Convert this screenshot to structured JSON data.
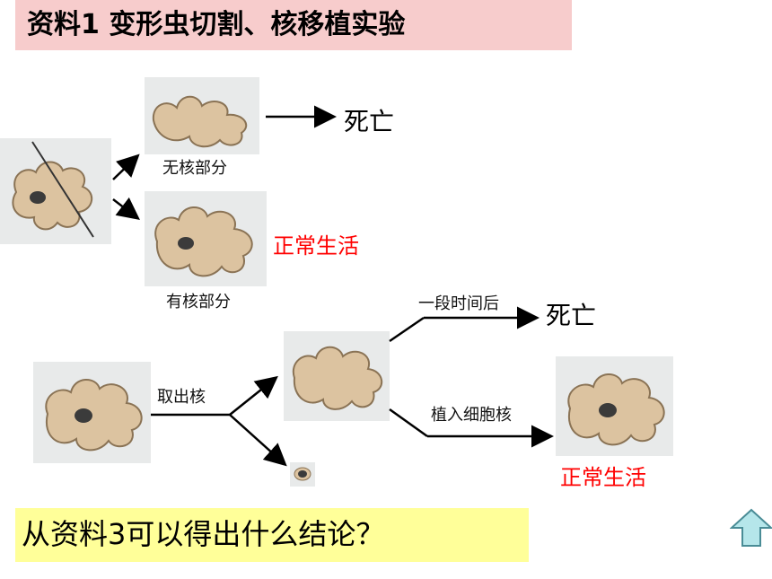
{
  "title": "资料1  变形虫切割、核移植实验",
  "top_experiment": {
    "no_nucleus_label": "无核部分",
    "with_nucleus_label": "有核部分",
    "death_result": "死亡",
    "live_result": "正常生活"
  },
  "bottom_experiment": {
    "remove_nucleus_label": "取出核",
    "after_time_label": "一段时间后",
    "death_result": "死亡",
    "implant_label": "植入细胞核",
    "live_result": "正常生活"
  },
  "question": "从资料3可以得出什么结论？",
  "colors": {
    "title_bg": "#f7cccc",
    "question_bg": "#ffff99",
    "result_red": "#ff0000",
    "amoeba_fill": "#dcc3a0",
    "nav_button": "#b5e6ea"
  },
  "icons": {
    "nav": "up-arrow-icon"
  }
}
